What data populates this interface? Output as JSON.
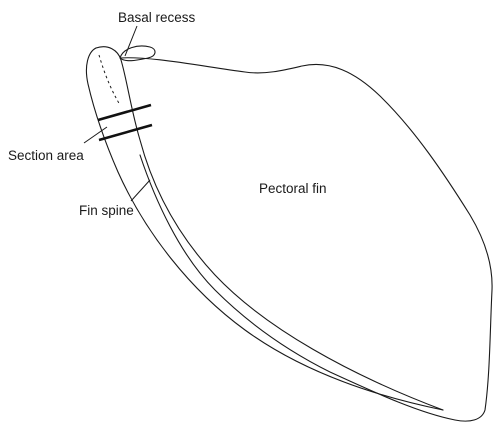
{
  "labels": {
    "basal_recess": "Basal recess",
    "section_area": "Section area",
    "fin_spine": "Fin spine",
    "pectoral_fin": "Pectoral fin"
  }
}
